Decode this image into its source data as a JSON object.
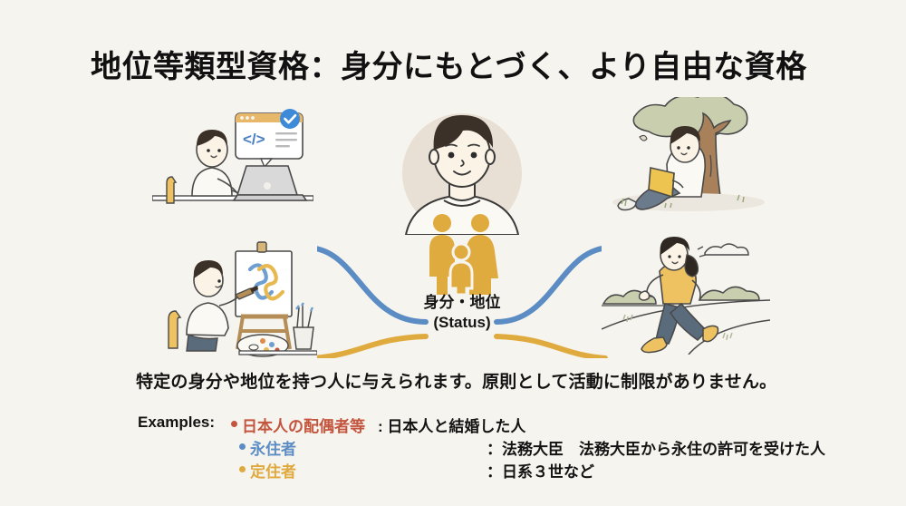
{
  "slide": {
    "background_color": "#f6f4ee",
    "title": "地位等類型資格：身分にもとづく、より自由な資格"
  },
  "center": {
    "label_ja": "身分・地位",
    "label_en": "(Status)",
    "portrait_name": "person-portrait",
    "family_icon_name": "family-icon",
    "family_icon_color": "#e0ab3e",
    "backdrop_color": "#e8e0d4"
  },
  "illustrations": [
    {
      "name": "person-coding-at-laptop",
      "position": "top-left",
      "caption": ""
    },
    {
      "name": "person-painting-at-easel",
      "position": "bottom-left",
      "caption": ""
    },
    {
      "name": "person-reading-under-tree",
      "position": "top-right",
      "caption": ""
    },
    {
      "name": "person-jogging-outdoors",
      "position": "bottom-right",
      "caption": ""
    }
  ],
  "connectors": {
    "blue_color": "#5b8cc4",
    "gold_color": "#e0ab3e"
  },
  "body": {
    "lead_text": "特定の身分や地位を持つ人に与えられます。原則として活動に制限がありません。",
    "examples_label": "Examples:",
    "examples": [
      {
        "bullet_color": "#c3553e",
        "term": "日本人の配偶者等",
        "description": ": 日本人と結婚した人"
      },
      {
        "bullet_color": "#5b8cc4",
        "term": "永住者",
        "description": "：法務大臣　法務大臣から永住の許可を受けた人"
      },
      {
        "bullet_color": "#dfa93e",
        "term": "定住者",
        "description": "：日系３世など"
      }
    ]
  }
}
